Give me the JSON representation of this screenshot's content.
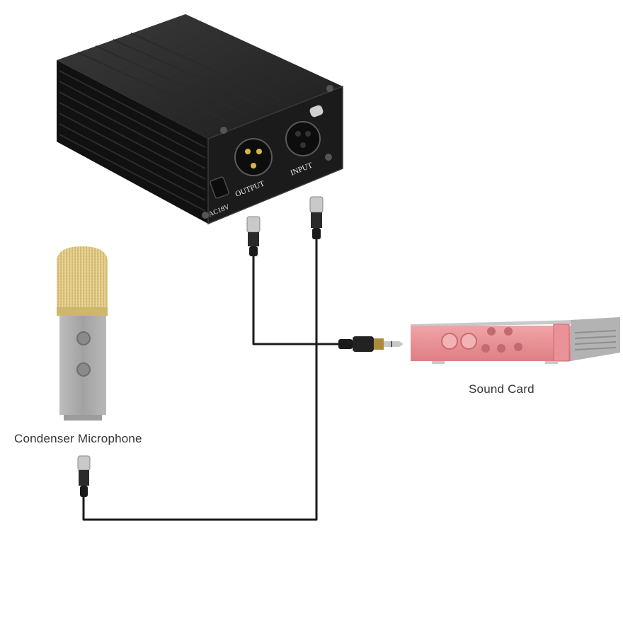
{
  "labels": {
    "microphone": "Condenser Microphone",
    "sound_card": "Sound Card"
  },
  "device": {
    "power_label": "AC18V",
    "output_label": "OUTPUT",
    "input_label": "INPUT"
  },
  "colors": {
    "box_body": "#1b1b1b",
    "cable": "#1a1a1a",
    "sound_card": "#e8868a",
    "mic_grille": "#d9c07a",
    "mic_body": "#a9a9a9"
  }
}
